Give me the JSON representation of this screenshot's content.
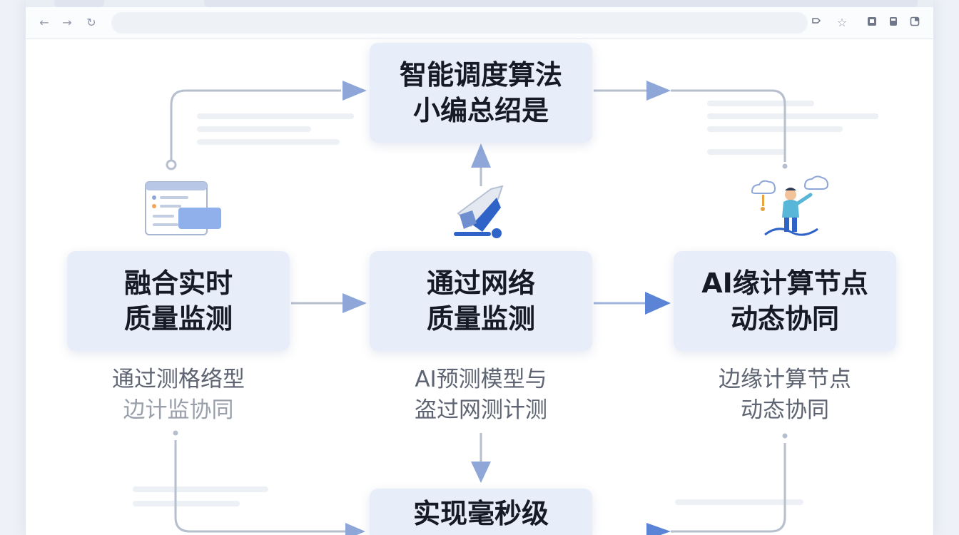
{
  "browser": {
    "icons": [
      "back-icon",
      "forward-icon",
      "reload-icon",
      "share-icon",
      "star-icon",
      "extension-icon",
      "save-icon",
      "tab-icon"
    ]
  },
  "diagram": {
    "top_box": {
      "line1": "智能调度算法",
      "line2": "小编总绍是"
    },
    "left_box": {
      "line1": "融合实时",
      "line2": "质量监测"
    },
    "center_box": {
      "line1": "通过网络",
      "line2": "质量监测"
    },
    "right_box": {
      "line1": "AI缘计算节点",
      "line2": "动态协同"
    },
    "bottom_box": {
      "line1": "实现毫秒级"
    },
    "left_caption": {
      "line1": "通过测格络型",
      "line2": "边计监协同"
    },
    "center_caption": {
      "line1": "AI预测模型与",
      "line2": "盗过网测计测"
    },
    "right_caption": {
      "line1": "边缘计算节点",
      "line2": "动态协同"
    }
  },
  "colors": {
    "arrow": "#8ea6d8",
    "arrow_strong": "#5b84d6",
    "box_fill": "#e8eef9",
    "line": "#b6bfce"
  }
}
